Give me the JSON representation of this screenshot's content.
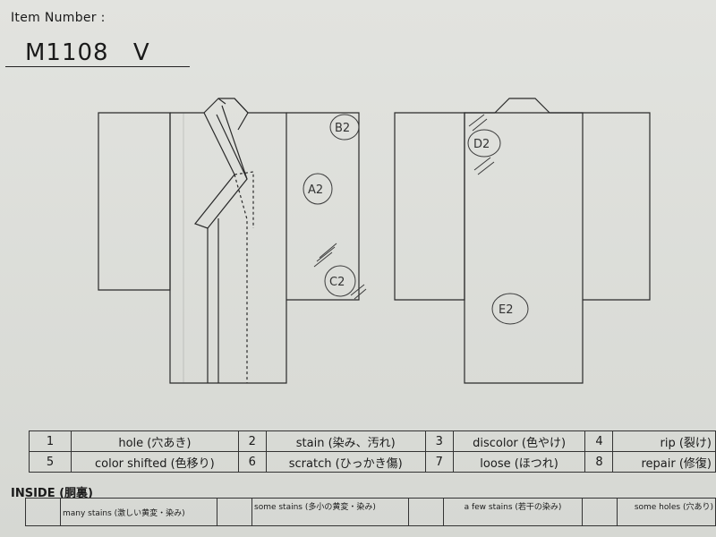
{
  "header": {
    "item_label": "Item Number :",
    "item_number": "M1108 V"
  },
  "diagram_marks": {
    "front": [
      "B2",
      "A2",
      "C2"
    ],
    "back": [
      "D2",
      "E2"
    ]
  },
  "legend": [
    {
      "num": "1",
      "term": "hole (穴あき)"
    },
    {
      "num": "2",
      "term": "stain (染み、汚れ)"
    },
    {
      "num": "3",
      "term": "discolor (色やけ)"
    },
    {
      "num": "4",
      "term": "rip (裂け)"
    },
    {
      "num": "5",
      "term": "color shifted (色移り)"
    },
    {
      "num": "6",
      "term": "scratch (ひっかき傷)"
    },
    {
      "num": "7",
      "term": "loose (ほつれ)"
    },
    {
      "num": "8",
      "term": "repair (修復)"
    }
  ],
  "inside": {
    "label": "INSIDE (胴裏)",
    "items": [
      "many stains (激しい黄変・染み)",
      "some stains (多小の黄変・染み)",
      "a few stains (若干の染み)",
      "some holes (穴あり)"
    ]
  }
}
